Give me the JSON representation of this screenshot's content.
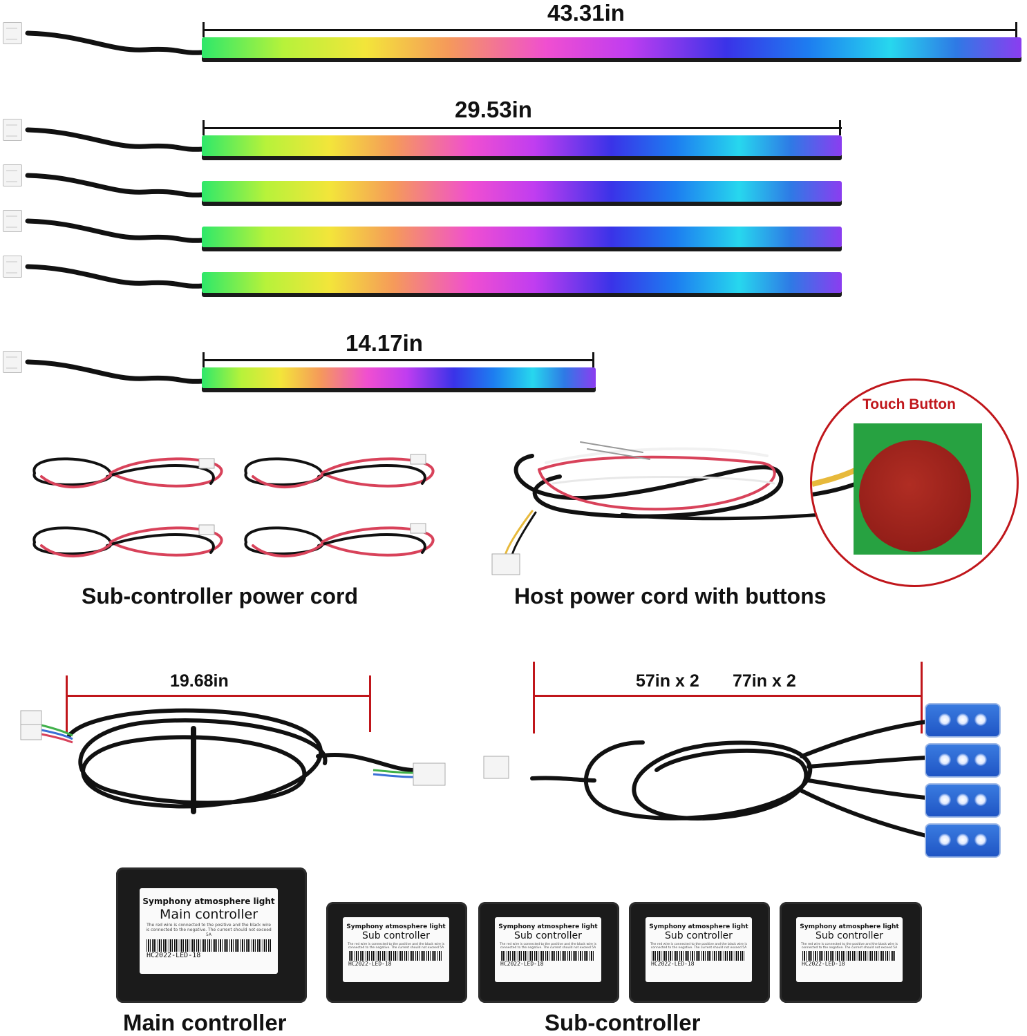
{
  "strips": {
    "long_length": "43.31in",
    "medium_length": "29.53in",
    "short_length": "14.17in"
  },
  "cords": {
    "sub_controller_power_cord": "Sub-controller power cord",
    "host_power_cord": "Host power cord with buttons",
    "touch_button": "Touch Button"
  },
  "extensions": {
    "main_cable_length": "19.68in",
    "splitter_length_a": "57in x 2",
    "splitter_length_b": "77in x 2"
  },
  "controllers": {
    "sticker_heading": "Symphony atmosphere light",
    "main_name": "Main controller",
    "sub_name": "Sub controller",
    "fine_print": "The red wire is connected to the positive and the black wire is connected to the negative. The current should not exceed 5A",
    "model": "HC2022-LED-18",
    "main_caption": "Main controller",
    "sub_caption": "Sub-controller"
  },
  "colors": {
    "accent_red": "#c0161b",
    "module_blue": "#2a66d6",
    "board_green": "#27a241"
  }
}
